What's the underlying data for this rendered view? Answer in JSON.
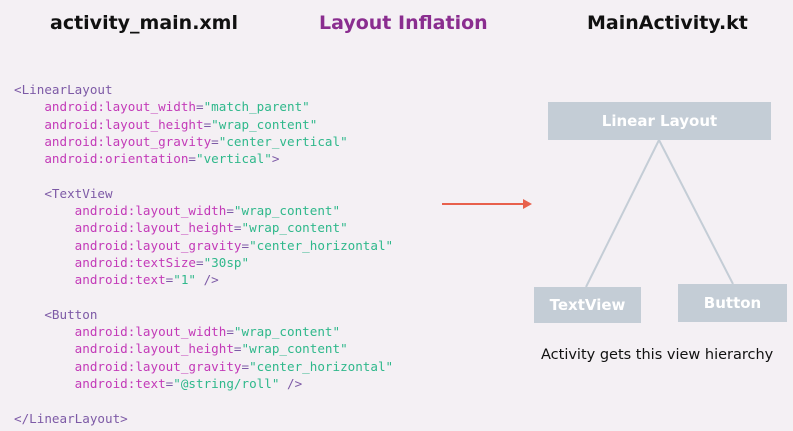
{
  "headings": {
    "left": "activity_main.xml",
    "center": "Layout Inflation",
    "right": "MainActivity.kt"
  },
  "colors": {
    "background": "#f4f0f4",
    "center_heading": "#8a2d8f",
    "code_tag": "#7d5aa6",
    "code_attribute": "#c33ab8",
    "code_value": "#2fb88b",
    "arrow": "#e8604c",
    "tree_node": "#c4cdd6"
  },
  "code": {
    "lines": [
      {
        "parts": [
          {
            "t": "tag",
            "s": "<LinearLayout"
          }
        ]
      },
      {
        "parts": [
          {
            "t": "plain",
            "s": "    "
          },
          {
            "t": "attr",
            "s": "android:layout_width"
          },
          {
            "t": "punct",
            "s": "="
          },
          {
            "t": "val",
            "s": "\"match_parent\""
          }
        ]
      },
      {
        "parts": [
          {
            "t": "plain",
            "s": "    "
          },
          {
            "t": "attr",
            "s": "android:layout_height"
          },
          {
            "t": "punct",
            "s": "="
          },
          {
            "t": "val",
            "s": "\"wrap_content\""
          }
        ]
      },
      {
        "parts": [
          {
            "t": "plain",
            "s": "    "
          },
          {
            "t": "attr",
            "s": "android:layout_gravity"
          },
          {
            "t": "punct",
            "s": "="
          },
          {
            "t": "val",
            "s": "\"center_vertical\""
          }
        ]
      },
      {
        "parts": [
          {
            "t": "plain",
            "s": "    "
          },
          {
            "t": "attr",
            "s": "android:orientation"
          },
          {
            "t": "punct",
            "s": "="
          },
          {
            "t": "val",
            "s": "\"vertical\""
          },
          {
            "t": "tag",
            "s": ">"
          }
        ]
      },
      {
        "parts": [
          {
            "t": "plain",
            "s": ""
          }
        ]
      },
      {
        "parts": [
          {
            "t": "plain",
            "s": "    "
          },
          {
            "t": "tag",
            "s": "<TextView"
          }
        ]
      },
      {
        "parts": [
          {
            "t": "plain",
            "s": "        "
          },
          {
            "t": "attr",
            "s": "android:layout_width"
          },
          {
            "t": "punct",
            "s": "="
          },
          {
            "t": "val",
            "s": "\"wrap_content\""
          }
        ]
      },
      {
        "parts": [
          {
            "t": "plain",
            "s": "        "
          },
          {
            "t": "attr",
            "s": "android:layout_height"
          },
          {
            "t": "punct",
            "s": "="
          },
          {
            "t": "val",
            "s": "\"wrap_content\""
          }
        ]
      },
      {
        "parts": [
          {
            "t": "plain",
            "s": "        "
          },
          {
            "t": "attr",
            "s": "android:layout_gravity"
          },
          {
            "t": "punct",
            "s": "="
          },
          {
            "t": "val",
            "s": "\"center_horizontal\""
          }
        ]
      },
      {
        "parts": [
          {
            "t": "plain",
            "s": "        "
          },
          {
            "t": "attr",
            "s": "android:textSize"
          },
          {
            "t": "punct",
            "s": "="
          },
          {
            "t": "val",
            "s": "\"30sp\""
          }
        ]
      },
      {
        "parts": [
          {
            "t": "plain",
            "s": "        "
          },
          {
            "t": "attr",
            "s": "android:text"
          },
          {
            "t": "punct",
            "s": "="
          },
          {
            "t": "val",
            "s": "\"1\""
          },
          {
            "t": "tag",
            "s": " />"
          }
        ]
      },
      {
        "parts": [
          {
            "t": "plain",
            "s": ""
          }
        ]
      },
      {
        "parts": [
          {
            "t": "plain",
            "s": "    "
          },
          {
            "t": "tag",
            "s": "<Button"
          }
        ]
      },
      {
        "parts": [
          {
            "t": "plain",
            "s": "        "
          },
          {
            "t": "attr",
            "s": "android:layout_width"
          },
          {
            "t": "punct",
            "s": "="
          },
          {
            "t": "val",
            "s": "\"wrap_content\""
          }
        ]
      },
      {
        "parts": [
          {
            "t": "plain",
            "s": "        "
          },
          {
            "t": "attr",
            "s": "android:layout_height"
          },
          {
            "t": "punct",
            "s": "="
          },
          {
            "t": "val",
            "s": "\"wrap_content\""
          }
        ]
      },
      {
        "parts": [
          {
            "t": "plain",
            "s": "        "
          },
          {
            "t": "attr",
            "s": "android:layout_gravity"
          },
          {
            "t": "punct",
            "s": "="
          },
          {
            "t": "val",
            "s": "\"center_horizontal\""
          }
        ]
      },
      {
        "parts": [
          {
            "t": "plain",
            "s": "        "
          },
          {
            "t": "attr",
            "s": "android:text"
          },
          {
            "t": "punct",
            "s": "="
          },
          {
            "t": "val",
            "s": "\"@string/roll\""
          },
          {
            "t": "tag",
            "s": " />"
          }
        ]
      },
      {
        "parts": [
          {
            "t": "plain",
            "s": ""
          }
        ]
      },
      {
        "parts": [
          {
            "t": "tag",
            "s": "</LinearLayout>"
          }
        ]
      }
    ]
  },
  "tree": {
    "root": "Linear Layout",
    "child_left": "TextView",
    "child_right": "Button"
  },
  "caption": "Activity gets this view hierarchy"
}
